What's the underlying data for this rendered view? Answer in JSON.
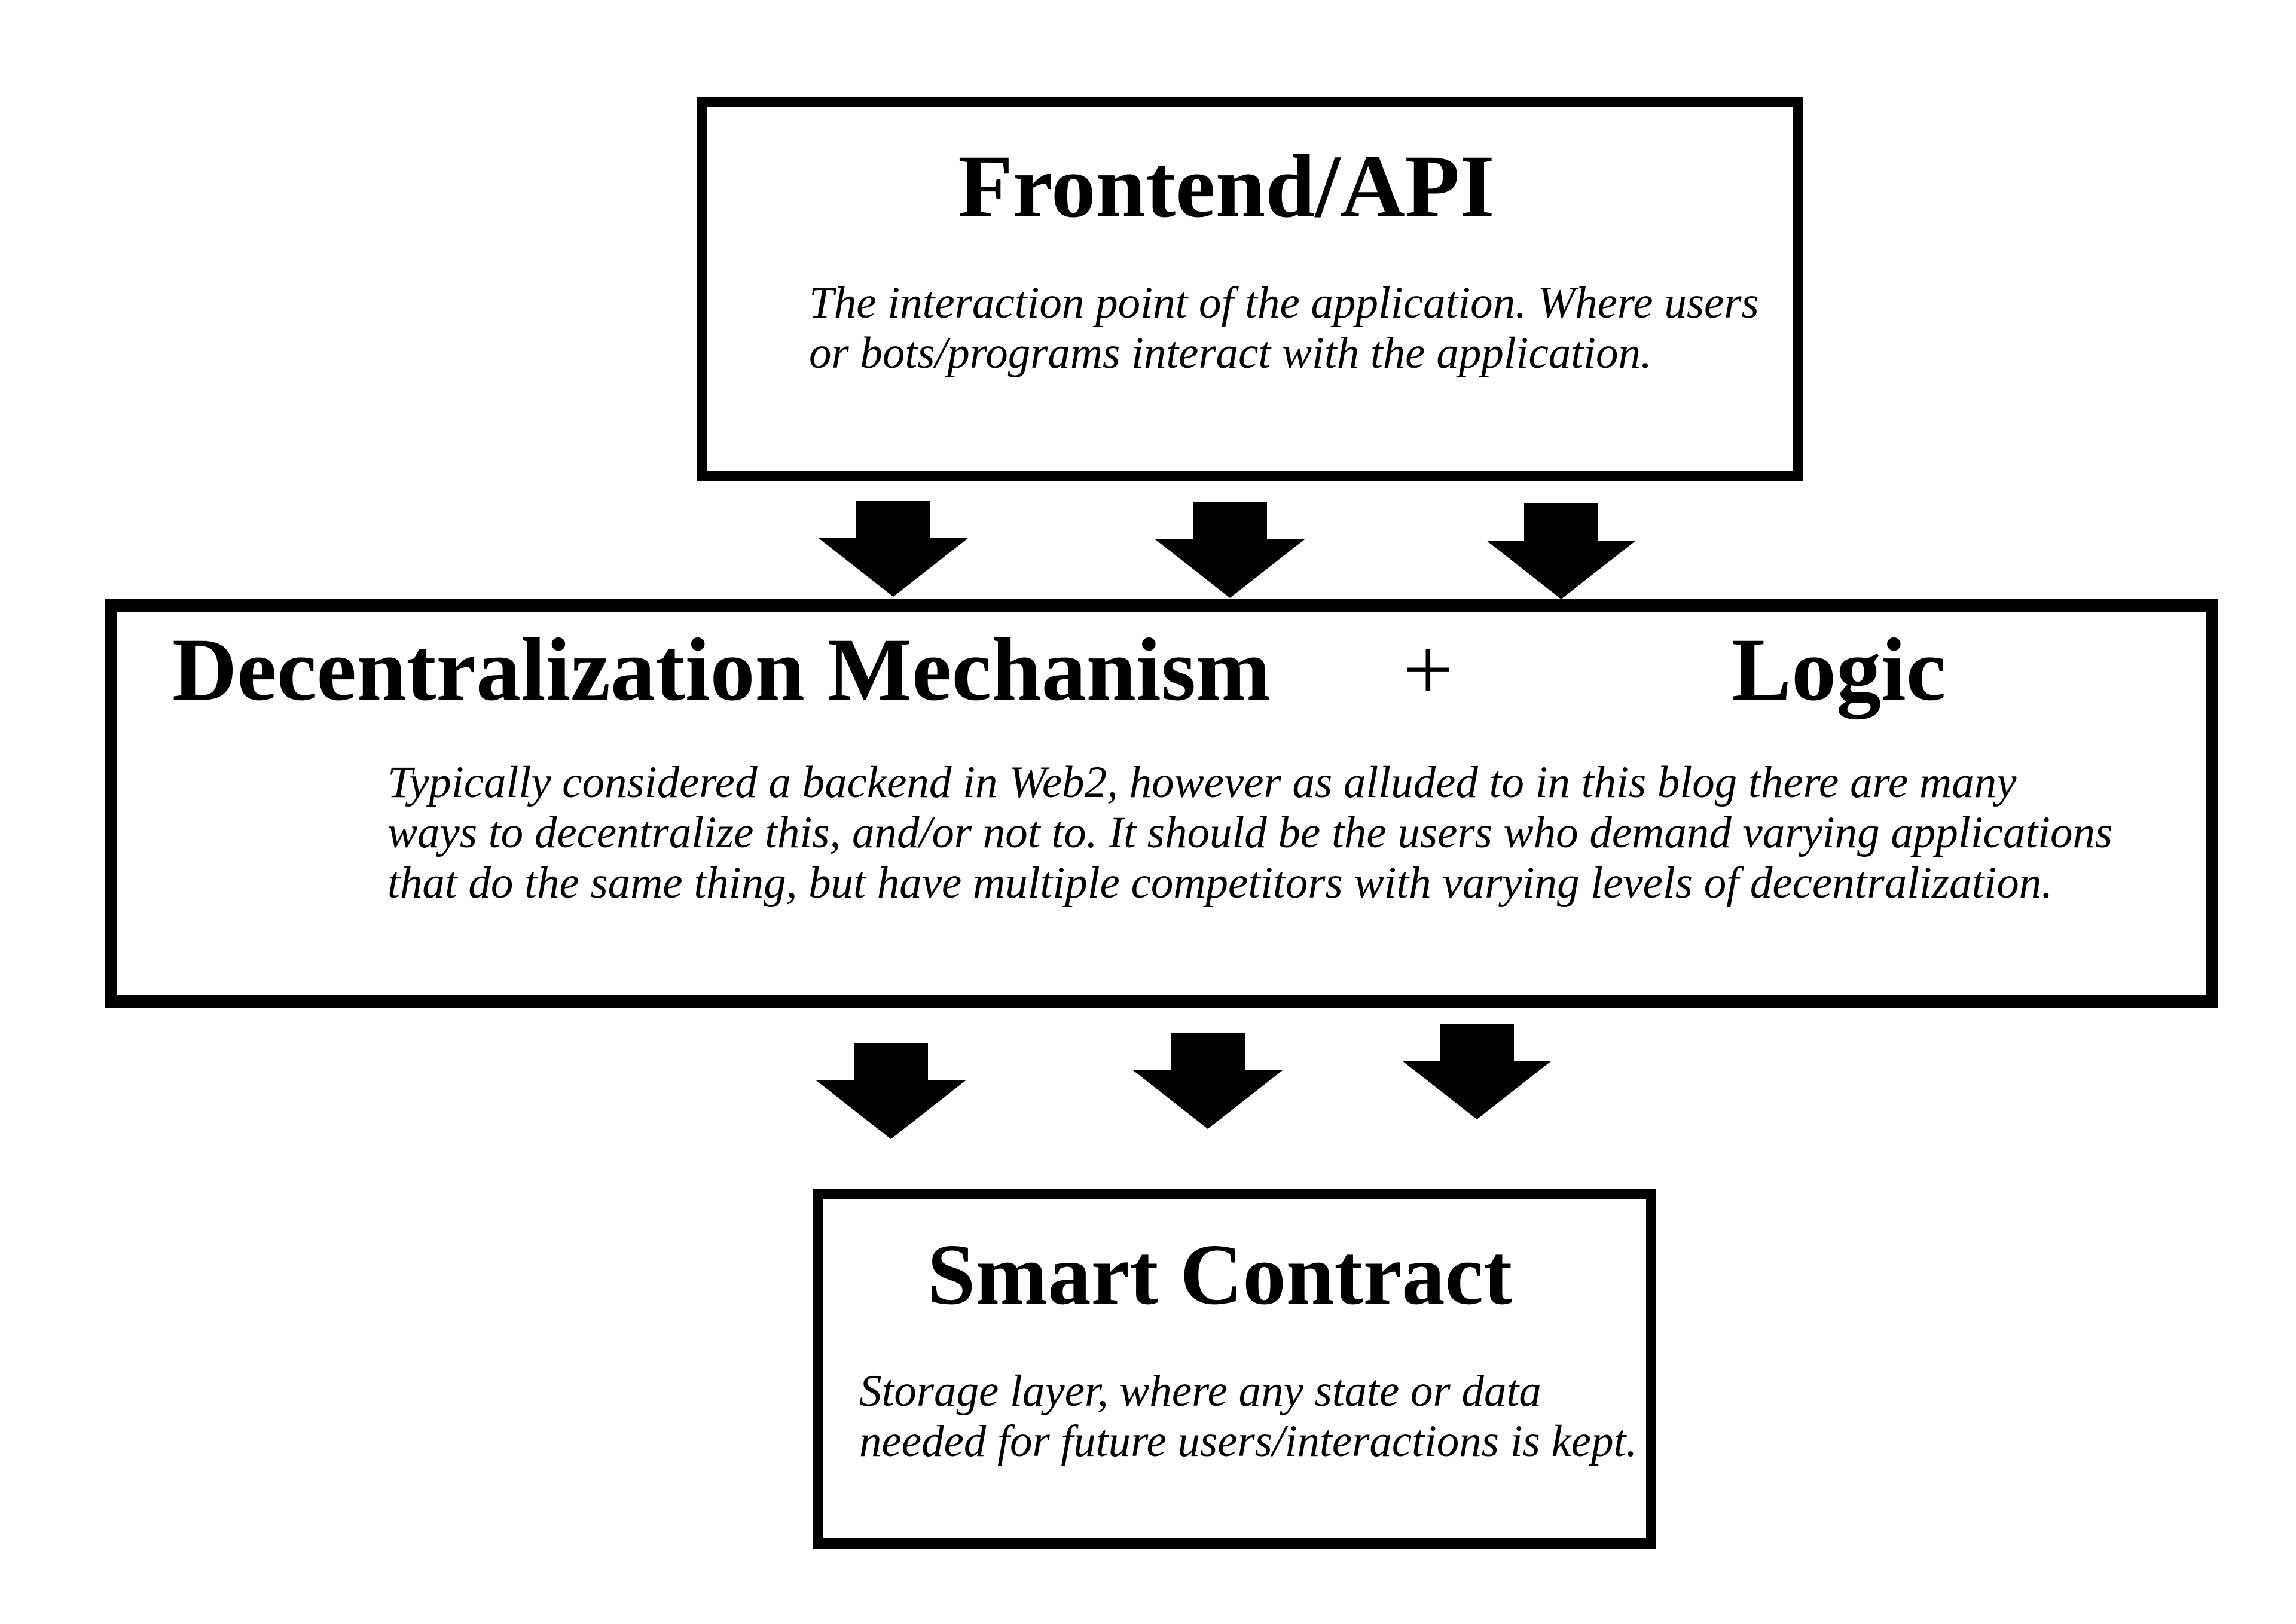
{
  "canvas": {
    "background_color": "#ffffff",
    "ink_color": "#000000"
  },
  "boxes": {
    "frontend": {
      "title": "Frontend/API",
      "description": "The interaction point of the application. Where users\nor bots/programs interact with the application."
    },
    "middle": {
      "title_left": "Decentralization Mechanism",
      "plus": "+",
      "title_right": "Logic",
      "description": "Typically considered a backend in Web2, however as alluded to in this blog there are many\nways to decentralize this, and/or not to. It should be the users who demand varying applications\nthat do the same thing, but have multiple competitors with varying levels of decentralization."
    },
    "smart_contract": {
      "title": "Smart Contract",
      "description": "Storage layer, where any state or data\nneeded for future users/interactions is kept."
    }
  },
  "arrows": {
    "glyph": "down-block-arrow",
    "rows": 2,
    "per_row": 3,
    "color": "#000000"
  }
}
